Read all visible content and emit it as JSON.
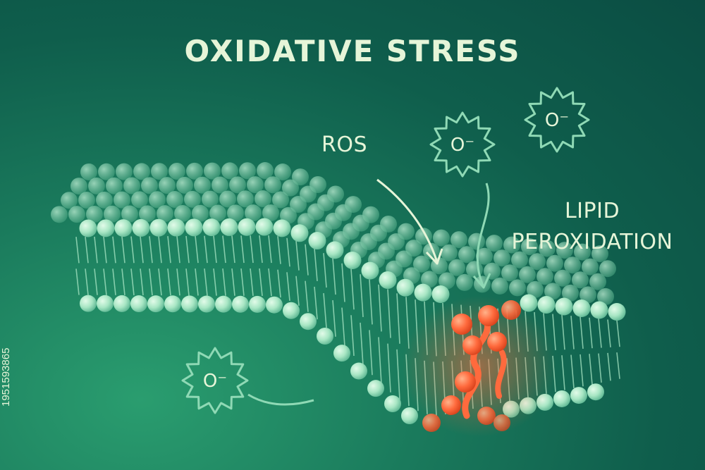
{
  "diagram": {
    "title": "OXIDATIVE STRESS",
    "labels": {
      "ros": "ROS",
      "lipid_line1": "LIPID",
      "lipid_line2": "PEROXIDATION"
    },
    "radicals": [
      {
        "text": "O⁻"
      },
      {
        "text": "O⁻"
      },
      {
        "text": "O⁻"
      }
    ],
    "stock_id": "1951593865"
  },
  "colors": {
    "background_dark": "#0b4d43",
    "background_light": "#2a9d6f",
    "text": "#e6f5d8",
    "lipid_head": "#a8e6c4",
    "damaged_lipid": "#ff6a3d"
  },
  "icons": [
    "free-radical-icon",
    "arrow-icon"
  ]
}
